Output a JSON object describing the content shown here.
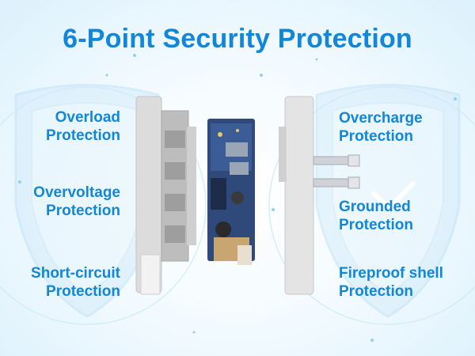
{
  "title": "6-Point Security Protection",
  "colors": {
    "accent": "#1286d8",
    "shield": "#cfeafa",
    "glow": "#a9dcf6"
  },
  "features_left": [
    {
      "line1": "Overload",
      "line2": "Protection"
    },
    {
      "line1": "Overvoltage",
      "line2": "Protection"
    },
    {
      "line1": "Short-circuit",
      "line2": "Protection"
    }
  ],
  "features_right": [
    {
      "line1": "Overcharge",
      "line2": "Protection"
    },
    {
      "line1": "Grounded",
      "line2": "Protection"
    },
    {
      "line1": "Fireproof shell",
      "line2": "Protection"
    }
  ],
  "icons": [
    "shield-icon",
    "checkmark-icon"
  ]
}
